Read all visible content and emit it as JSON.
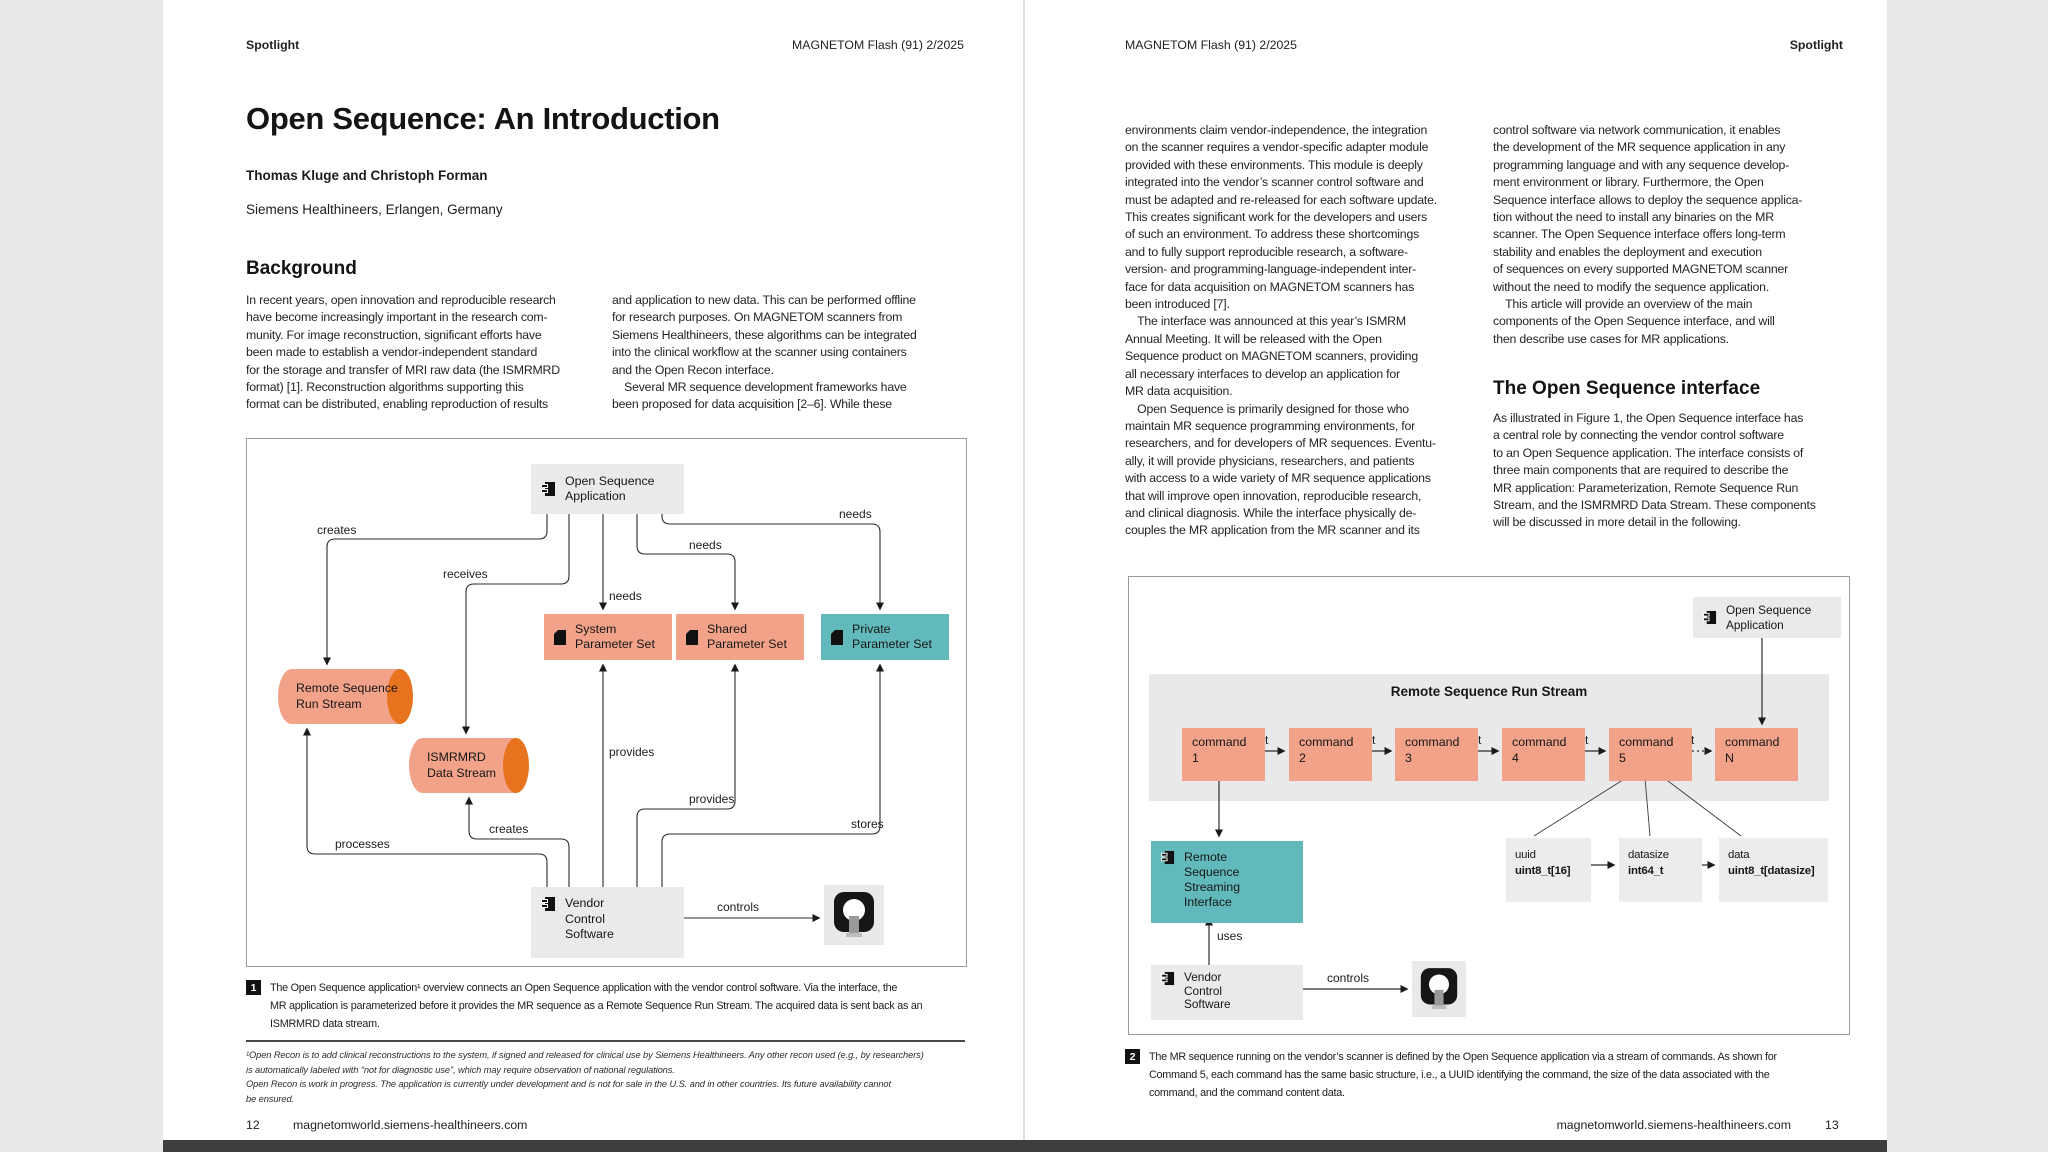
{
  "page1": {
    "header_left": "Spotlight",
    "header_right": "MAGNETOM Flash (91) 2/2025",
    "title": "Open Sequence: An Introduction",
    "authors": "Thomas Kluge and Christoph Forman",
    "affiliation": "Siemens Healthineers, Erlangen, Germany",
    "section_heading": "Background",
    "col1_lines": [
      "In recent years, open innovation and reproducible research",
      "have become increasingly important in the research com-",
      "munity. For image reconstruction, significant efforts have",
      "been made to establish a vendor-independent standard",
      "for the storage and transfer of MRI raw data (the ISMRMRD",
      "format) [1]. Reconstruction algorithms supporting this",
      "format can be distributed, enabling reproduction of results"
    ],
    "col2_lines": [
      "and application to new data. This can be performed offline",
      "for research purposes. On MAGNETOM scanners from",
      "Siemens Healthineers, these algorithms can be integrated",
      "into the clinical workflow at the scanner using containers",
      "and the Open Recon interface.",
      " Several MR sequence development frameworks have",
      "been proposed for data acquisition [2–6]. While these"
    ],
    "figure1": {
      "app_label": [
        "Open Sequence",
        "Application"
      ],
      "system_label": [
        "System",
        "Parameter Set"
      ],
      "shared_label": [
        "Shared",
        "Parameter Set"
      ],
      "private_label": [
        "Private",
        "Parameter Set"
      ],
      "remote_label": [
        "Remote Sequence",
        "Run Stream"
      ],
      "ismrmrd_label": [
        "ISMRMRD",
        "Data Stream"
      ],
      "vendor_label": [
        "Vendor",
        "Control",
        "Software"
      ],
      "edge_labels": {
        "creates_top": "creates",
        "receives": "receives",
        "needs_system": "needs",
        "needs_shared": "needs",
        "needs_private": "needs",
        "provides_system": "provides",
        "provides_shared": "provides",
        "stores": "stores",
        "creates_bottom": "creates",
        "processes": "processes",
        "controls": "controls"
      }
    },
    "caption1_num": "1",
    "caption1_lines": [
      "The Open Sequence application¹ overview connects an Open Sequence application with the vendor control software. Via the interface, the",
      "MR application is parameterized before it provides the MR sequence as a Remote Sequence Run Stream. The acquired data is sent back as an",
      "ISMRMRD data stream."
    ],
    "footnote_lines": [
      "¹Open Recon is to add clinical reconstructions to the system, if signed and released for clinical use by Siemens Healthineers. Any other recon used (e.g., by researchers)",
      "is automatically labeled with “not for diagnostic use”, which may require observation of national regulations.",
      "Open Recon is work in progress. The application is currently under development and is not for sale in the U.S. and in other countries. Its future availability cannot",
      "be ensured."
    ],
    "footer_page": "12",
    "footer_url": "magnetomworld.siemens-healthineers.com"
  },
  "page2": {
    "header_left": "MAGNETOM Flash (91) 2/2025",
    "header_right": "Spotlight",
    "col1_lines": [
      "environments claim vendor-independence, the integration",
      "on the scanner requires a vendor-specific adapter module",
      "provided with these environments. This module is deeply",
      "integrated into the vendor’s scanner control software and",
      "must be adapted and re-released for each software update.",
      "This creates significant work for the developers and users",
      "of such an environment. To address these shortcomings",
      "and to fully support reproducible research, a software-",
      "version- and programming-language-independent inter-",
      "face for data acquisition on MAGNETOM scanners has",
      "been introduced [7].",
      " The interface was announced at this year’s ISMRM",
      "Annual Meeting. It will be released with the Open",
      "Sequence product on MAGNETOM scanners, providing",
      "all necessary interfaces to develop an application for",
      "MR data acquisition.",
      " Open Sequence is primarily designed for those who",
      "maintain MR sequence programming environments, for",
      "researchers, and for developers of MR sequences. Eventu-",
      "ally, it will provide physicians, researchers, and patients",
      "with access to a wide variety of MR sequence applications",
      "that will improve open innovation, reproducible research,",
      "and clinical diagnosis. While the interface physically de-",
      "couples the MR application from the MR scanner and its"
    ],
    "col2a_lines": [
      "control software via network communication, it enables",
      "the development of the MR sequence application in any",
      "programming language and with any sequence develop-",
      "ment environment or library. Furthermore, the Open",
      "Sequence interface allows to deploy the sequence applica-",
      "tion without the need to install any binaries on the MR",
      "scanner. The Open Sequence interface offers long-term",
      "stability and enables the deployment and execution",
      "of sequences on every supported MAGNETOM scanner",
      "without the need to modify the sequence application.",
      " This article will provide an overview of the main",
      "components of the Open Sequence interface, and will",
      "then describe use cases for MR applications."
    ],
    "section_heading": "The Open Sequence interface",
    "col2b_lines": [
      "As illustrated in Figure 1, the Open Sequence interface has",
      "a central role by connecting the vendor control software",
      "to an Open Sequence application. The interface consists of",
      "three main components that are required to describe the",
      "MR application: Parameterization, Remote Sequence Run",
      "Stream, and the ISMRMRD Data Stream. These components",
      "will be discussed in more detail in the following."
    ],
    "figure2": {
      "app_label": [
        "Open Sequence",
        "Application"
      ],
      "band_title": "Remote Sequence Run Stream",
      "commands": [
        [
          "command",
          "1"
        ],
        [
          "command",
          "2"
        ],
        [
          "command",
          "3"
        ],
        [
          "command",
          "4"
        ],
        [
          "command",
          "5"
        ],
        [
          "command",
          "N"
        ]
      ],
      "t_label": "t",
      "stream_if_label": [
        "Remote",
        "Sequence",
        "Streaming",
        "Interface"
      ],
      "vendor_label": [
        "Vendor",
        "Control",
        "Software"
      ],
      "uses_label": "uses",
      "controls_label": "controls",
      "type_boxes": [
        [
          "uuid",
          "uint8_t[16]"
        ],
        [
          "datasize",
          "int64_t"
        ],
        [
          "data",
          "uint8_t[datasize]"
        ]
      ]
    },
    "caption2_num": "2",
    "caption2_lines": [
      "The MR sequence running on the vendor’s scanner is defined by the Open Sequence application via a stream of commands. As shown for",
      "Command 5, each command has the same basic structure, i.e., a UUID identifying the command, the size of the data associated with the",
      "command, and the command content data."
    ],
    "footer_page": "13",
    "footer_url": "magnetomworld.siemens-healthineers.com"
  },
  "colors": {
    "salmon": "#f1a289",
    "orange_cap": "#e8731f",
    "teal": "#62b9bc",
    "box_gray": "#eaeaea",
    "band_gray": "#e9e9e9",
    "bottom_bar": "#3e3e3e"
  }
}
